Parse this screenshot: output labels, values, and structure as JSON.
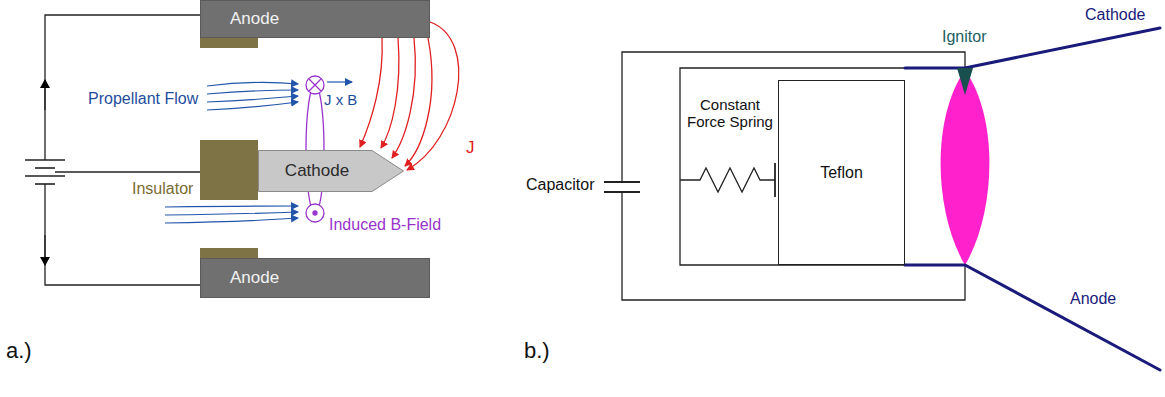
{
  "diagram": {
    "nodes": [
      {
        "text": [
          "Anode"
        ]
      },
      {
        "text": [
          "Cathode"
        ]
      },
      {
        "text": [
          "Anode"
        ]
      },
      {
        "text": [
          "Teflon"
        ]
      }
    ],
    "labels": [
      "Propellant Flow",
      "Insulator",
      "J x B",
      "J",
      "Induced B-Field",
      "a.)",
      "Capacitor",
      "Constant Force Spring",
      "Ignitor",
      "Cathode",
      "Anode",
      "b.)"
    ]
  }
}
